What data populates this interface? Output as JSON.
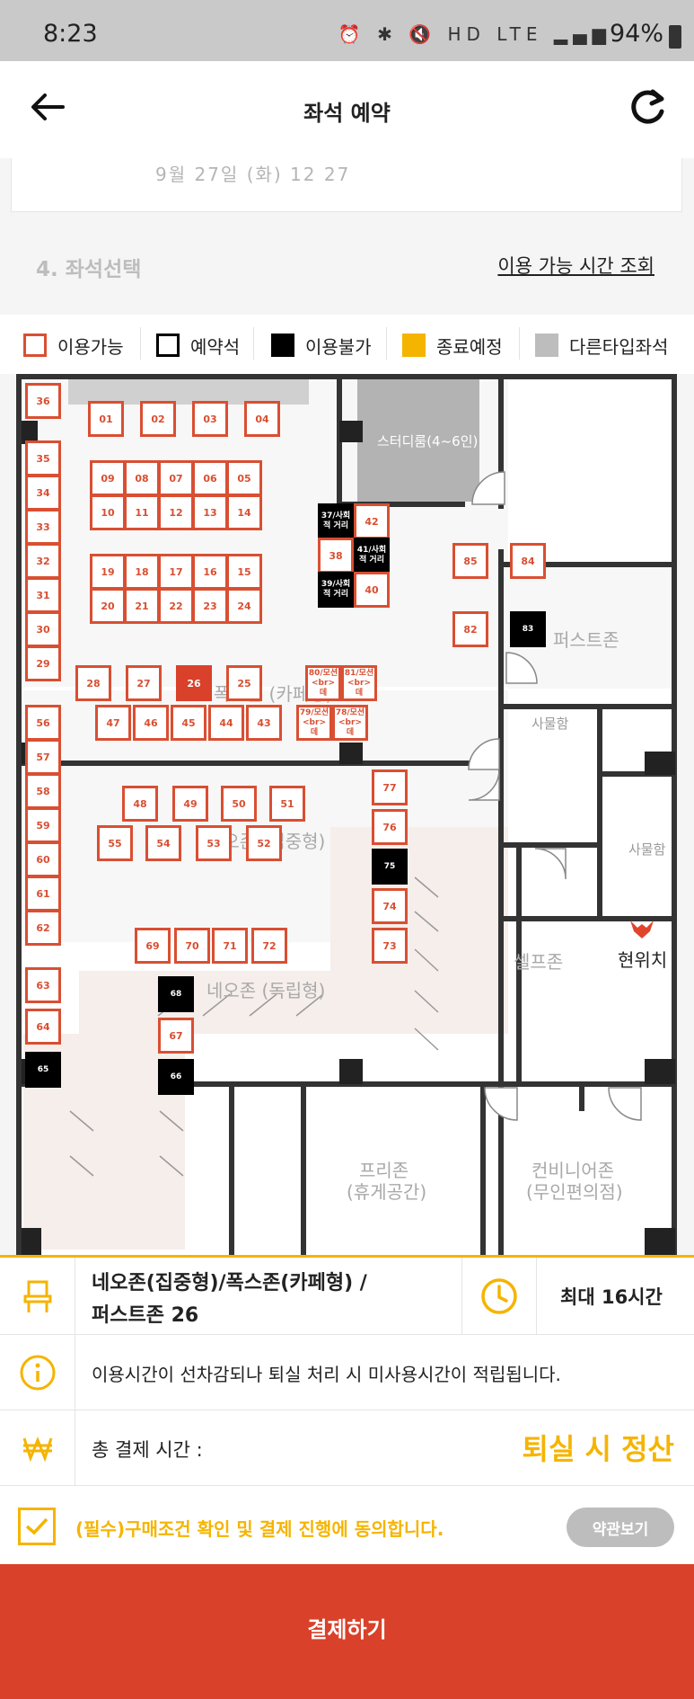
{
  "status_bar": {
    "time": "8:23",
    "icons": "⏰ ✱ 🔇 HD LTE ▂▄▆",
    "battery": "94%"
  },
  "header": {
    "title": "좌석 예약"
  },
  "date_card": {
    "ghost_text": "9월 27일 (화)    12    27"
  },
  "section": {
    "title": "4. 좌석선택",
    "link": "이용 가능 시간 조회"
  },
  "legend": [
    {
      "label": "이용가능",
      "color": "#d94f32",
      "style": "outline"
    },
    {
      "label": "예약석",
      "color": "#000000",
      "style": "outline"
    },
    {
      "label": "이용불가",
      "color": "#000000",
      "style": "fill"
    },
    {
      "label": "종료예정",
      "color": "#f5b400",
      "style": "fill"
    },
    {
      "label": "다른타입좌석",
      "color": "#bdbdbd",
      "style": "fill"
    }
  ],
  "map": {
    "zones": {
      "study": "스터디룸(4~6인)",
      "fox": "폭스존 (카페형)",
      "first": "퍼스트존",
      "neo_focus": "네오존 (집중형)",
      "neo_indep": "네오존 (독립형)",
      "self": "셀프존",
      "locker1": "사물함",
      "locker2": "사물함",
      "current": "현위치",
      "free_1": "프리존",
      "free_2": "(휴게공간)",
      "conv_1": "컨비니어존",
      "conv_2": "(무인편의점)"
    },
    "seats": [
      {
        "n": "36",
        "s": "a"
      },
      {
        "n": "01",
        "s": "a"
      },
      {
        "n": "02",
        "s": "a"
      },
      {
        "n": "03",
        "s": "a"
      },
      {
        "n": "04",
        "s": "a"
      },
      {
        "n": "35",
        "s": "a"
      },
      {
        "n": "34",
        "s": "a"
      },
      {
        "n": "33",
        "s": "a"
      },
      {
        "n": "32",
        "s": "a"
      },
      {
        "n": "31",
        "s": "a"
      },
      {
        "n": "30",
        "s": "a"
      },
      {
        "n": "29",
        "s": "a"
      },
      {
        "n": "09",
        "s": "a"
      },
      {
        "n": "08",
        "s": "a"
      },
      {
        "n": "07",
        "s": "a"
      },
      {
        "n": "06",
        "s": "a"
      },
      {
        "n": "05",
        "s": "a"
      },
      {
        "n": "10",
        "s": "a"
      },
      {
        "n": "11",
        "s": "a"
      },
      {
        "n": "12",
        "s": "a"
      },
      {
        "n": "13",
        "s": "a"
      },
      {
        "n": "14",
        "s": "a"
      },
      {
        "n": "19",
        "s": "a"
      },
      {
        "n": "18",
        "s": "a"
      },
      {
        "n": "17",
        "s": "a"
      },
      {
        "n": "16",
        "s": "a"
      },
      {
        "n": "15",
        "s": "a"
      },
      {
        "n": "20",
        "s": "a"
      },
      {
        "n": "21",
        "s": "a"
      },
      {
        "n": "22",
        "s": "a"
      },
      {
        "n": "23",
        "s": "a"
      },
      {
        "n": "24",
        "s": "a"
      },
      {
        "n": "28",
        "s": "a"
      },
      {
        "n": "27",
        "s": "a"
      },
      {
        "n": "26",
        "s": "sel"
      },
      {
        "n": "25",
        "s": "a"
      },
      {
        "n": "37/사회적 거리",
        "s": "blk"
      },
      {
        "n": "42",
        "s": "a"
      },
      {
        "n": "38",
        "s": "a"
      },
      {
        "n": "41/사회적 거리",
        "s": "blk"
      },
      {
        "n": "39/사회적 거리",
        "s": "blk"
      },
      {
        "n": "40",
        "s": "a"
      },
      {
        "n": "80/모션<br>데",
        "s": "note"
      },
      {
        "n": "81/모션<br>데",
        "s": "note"
      },
      {
        "n": "85",
        "s": "a"
      },
      {
        "n": "84",
        "s": "a"
      },
      {
        "n": "82",
        "s": "a"
      },
      {
        "n": "83",
        "s": "blk"
      },
      {
        "n": "56",
        "s": "a"
      },
      {
        "n": "47",
        "s": "a"
      },
      {
        "n": "46",
        "s": "a"
      },
      {
        "n": "45",
        "s": "a"
      },
      {
        "n": "44",
        "s": "a"
      },
      {
        "n": "43",
        "s": "a"
      },
      {
        "n": "79/모션<br>데",
        "s": "note"
      },
      {
        "n": "78/모션<br>데",
        "s": "note"
      },
      {
        "n": "57",
        "s": "a"
      },
      {
        "n": "58",
        "s": "a"
      },
      {
        "n": "59",
        "s": "a"
      },
      {
        "n": "60",
        "s": "a"
      },
      {
        "n": "61",
        "s": "a"
      },
      {
        "n": "62",
        "s": "a"
      },
      {
        "n": "48",
        "s": "a"
      },
      {
        "n": "49",
        "s": "a"
      },
      {
        "n": "50",
        "s": "a"
      },
      {
        "n": "51",
        "s": "a"
      },
      {
        "n": "55",
        "s": "a"
      },
      {
        "n": "54",
        "s": "a"
      },
      {
        "n": "53",
        "s": "a"
      },
      {
        "n": "52",
        "s": "a"
      },
      {
        "n": "77",
        "s": "a"
      },
      {
        "n": "76",
        "s": "a"
      },
      {
        "n": "75",
        "s": "blk"
      },
      {
        "n": "74",
        "s": "a"
      },
      {
        "n": "73",
        "s": "a"
      },
      {
        "n": "69",
        "s": "a"
      },
      {
        "n": "70",
        "s": "a"
      },
      {
        "n": "71",
        "s": "a"
      },
      {
        "n": "72",
        "s": "a"
      },
      {
        "n": "63",
        "s": "a"
      },
      {
        "n": "64",
        "s": "a"
      },
      {
        "n": "65",
        "s": "blk"
      },
      {
        "n": "68",
        "s": "blk"
      },
      {
        "n": "67",
        "s": "a"
      },
      {
        "n": "66",
        "s": "blk"
      }
    ]
  },
  "booking": {
    "zone_summary_1": "네오존(집중형)/폭스존(카페형) /",
    "zone_summary_2": "퍼스트존 26",
    "max_time": "최대 16시간",
    "notice": "이용시간이 선차감되나 퇴실 처리 시 미사용시간이 적립됩니다.",
    "total_label": "총 결제 시간 :",
    "total_value": "퇴실 시 정산",
    "agree_text": "(필수)구매조건 확인 및 결제 진행에 동의합니다.",
    "terms_button": "약관보기",
    "pay_button": "결제하기"
  },
  "colors": {
    "accent": "#f5b400",
    "seat": "#d94f32",
    "primary": "#d9412a"
  }
}
